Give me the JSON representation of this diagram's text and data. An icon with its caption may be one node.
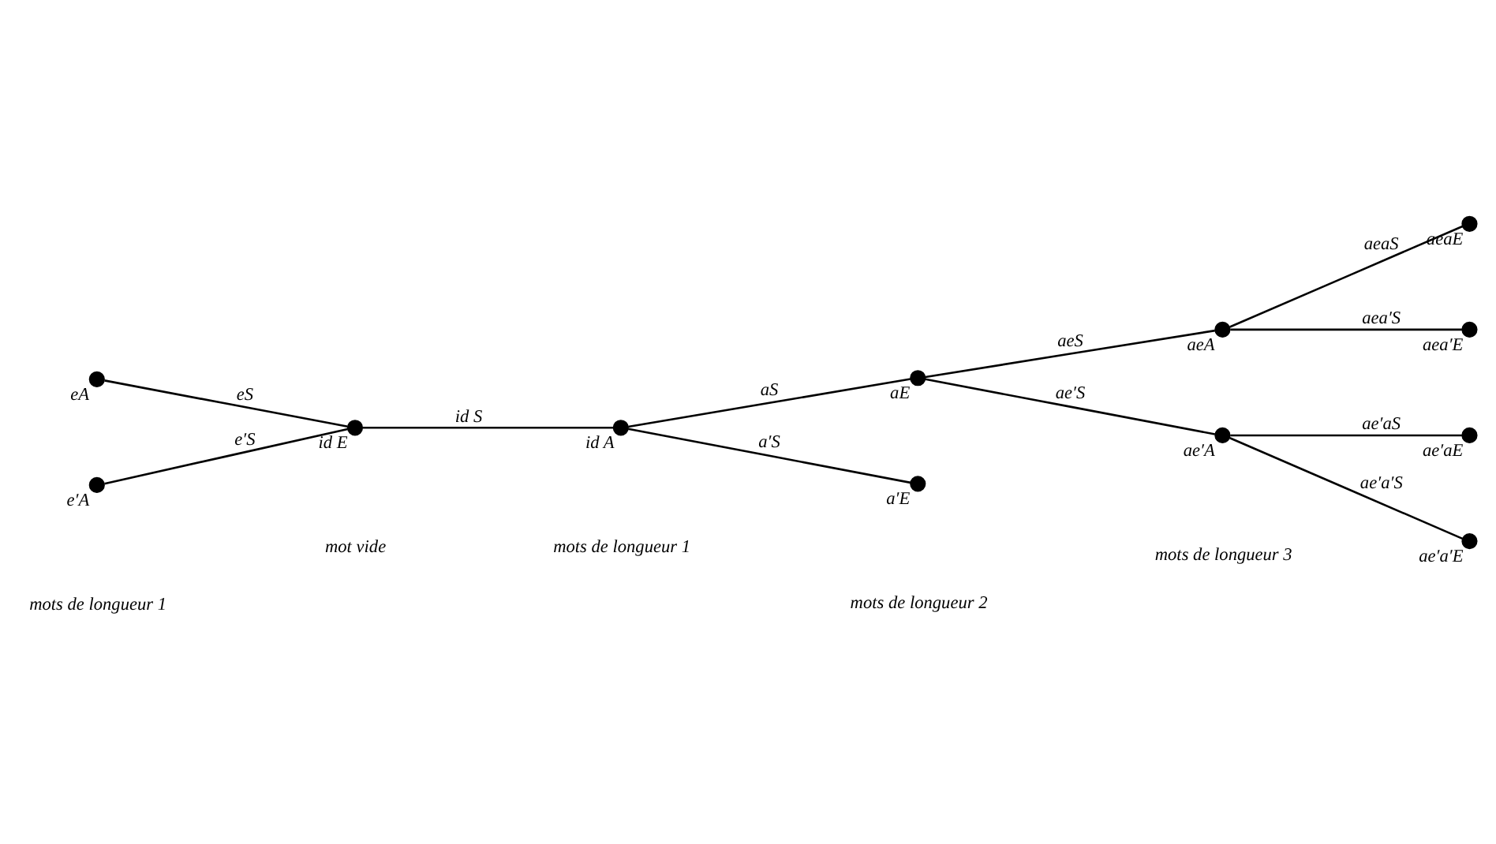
{
  "diagram": {
    "nodes": [
      {
        "text": [
          "eA"
        ]
      },
      {
        "text": [
          "e′A"
        ]
      },
      {
        "text": [
          "id E"
        ]
      },
      {
        "text": [
          "id A"
        ]
      },
      {
        "text": [
          "aE"
        ]
      },
      {
        "text": [
          "a′E"
        ]
      },
      {
        "text": [
          "aeA"
        ]
      },
      {
        "text": [
          "ae′A"
        ]
      },
      {
        "text": [
          "aeaE"
        ]
      },
      {
        "text": [
          "aea′E"
        ]
      },
      {
        "text": [
          "ae′aE"
        ]
      },
      {
        "text": [
          "ae′a′E"
        ]
      }
    ],
    "edges": [
      {
        "from": 0,
        "to": 2,
        "arrow": "none",
        "label": "eS"
      },
      {
        "from": 1,
        "to": 2,
        "arrow": "none",
        "label": "e′S"
      },
      {
        "from": 2,
        "to": 3,
        "arrow": "none",
        "label": "id S"
      },
      {
        "from": 3,
        "to": 4,
        "arrow": "none",
        "label": "aS"
      },
      {
        "from": 3,
        "to": 5,
        "arrow": "none",
        "label": "a′S"
      },
      {
        "from": 4,
        "to": 6,
        "arrow": "none",
        "label": "aeS"
      },
      {
        "from": 4,
        "to": 7,
        "arrow": "none",
        "label": "ae′S"
      },
      {
        "from": 6,
        "to": 8,
        "arrow": "none",
        "label": "aeaS"
      },
      {
        "from": 6,
        "to": 9,
        "arrow": "none",
        "label": "aea′S"
      },
      {
        "from": 7,
        "to": 10,
        "arrow": "none",
        "label": "ae′aS"
      },
      {
        "from": 7,
        "to": 11,
        "arrow": "none",
        "label": "ae′a′S"
      }
    ],
    "labels": [
      "mots de longueur 1",
      "mot vide",
      "mots de longueur 1",
      "mots de longueur 2",
      "mots de longueur 3"
    ]
  }
}
